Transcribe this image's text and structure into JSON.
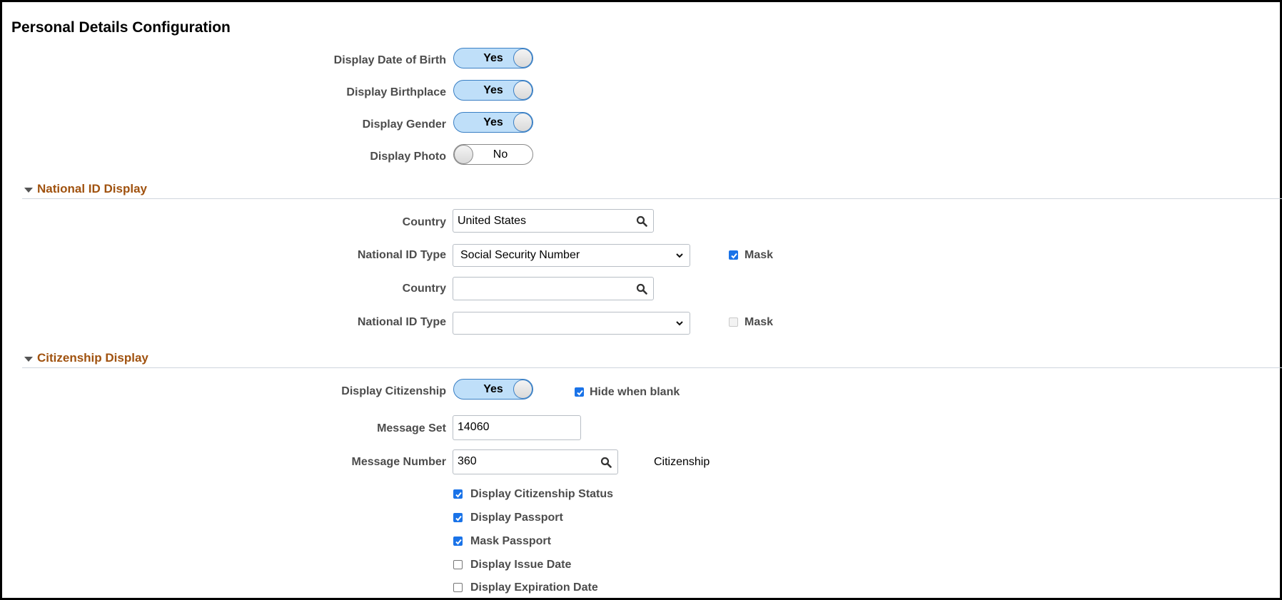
{
  "page": {
    "title": "Personal Details Configuration"
  },
  "personal": {
    "fields": [
      {
        "label": "Display Date of Birth",
        "value": "Yes",
        "state": "on"
      },
      {
        "label": "Display Birthplace",
        "value": "Yes",
        "state": "on"
      },
      {
        "label": "Display Gender",
        "value": "Yes",
        "state": "on"
      },
      {
        "label": "Display Photo",
        "value": "No",
        "state": "off"
      }
    ]
  },
  "national_id": {
    "heading": "National ID Display",
    "rows": [
      {
        "country_label": "Country",
        "country_value": "United States",
        "type_label": "National ID Type",
        "type_value": "Social Security Number",
        "mask_label": "Mask",
        "mask_checked": true,
        "mask_disabled": false
      },
      {
        "country_label": "Country",
        "country_value": "",
        "type_label": "National ID Type",
        "type_value": "",
        "mask_label": "Mask",
        "mask_checked": false,
        "mask_disabled": true
      }
    ]
  },
  "citizenship": {
    "heading": "Citizenship Display",
    "display_label": "Display Citizenship",
    "display_value": "Yes",
    "hide_when_blank_label": "Hide when blank",
    "hide_when_blank_checked": true,
    "message_set_label": "Message Set",
    "message_set_value": "14060",
    "message_number_label": "Message Number",
    "message_number_value": "360",
    "message_description": "Citizenship",
    "options": [
      {
        "label": "Display Citizenship Status",
        "checked": true
      },
      {
        "label": "Display Passport",
        "checked": true
      },
      {
        "label": "Mask Passport",
        "checked": true
      },
      {
        "label": "Display Issue Date",
        "checked": false
      },
      {
        "label": "Display Expiration Date",
        "checked": false
      }
    ]
  },
  "icons": {
    "lookup": "search-icon",
    "dropdown": "chevron-down-icon",
    "collapse": "triangle-down-icon"
  },
  "colors": {
    "section_heading": "#a0520f",
    "toggle_on_fill": "#bfdff9",
    "toggle_on_border": "#3a7fc4",
    "checkbox_checked": "#1a73e8",
    "label_text": "#4c4c4c"
  }
}
